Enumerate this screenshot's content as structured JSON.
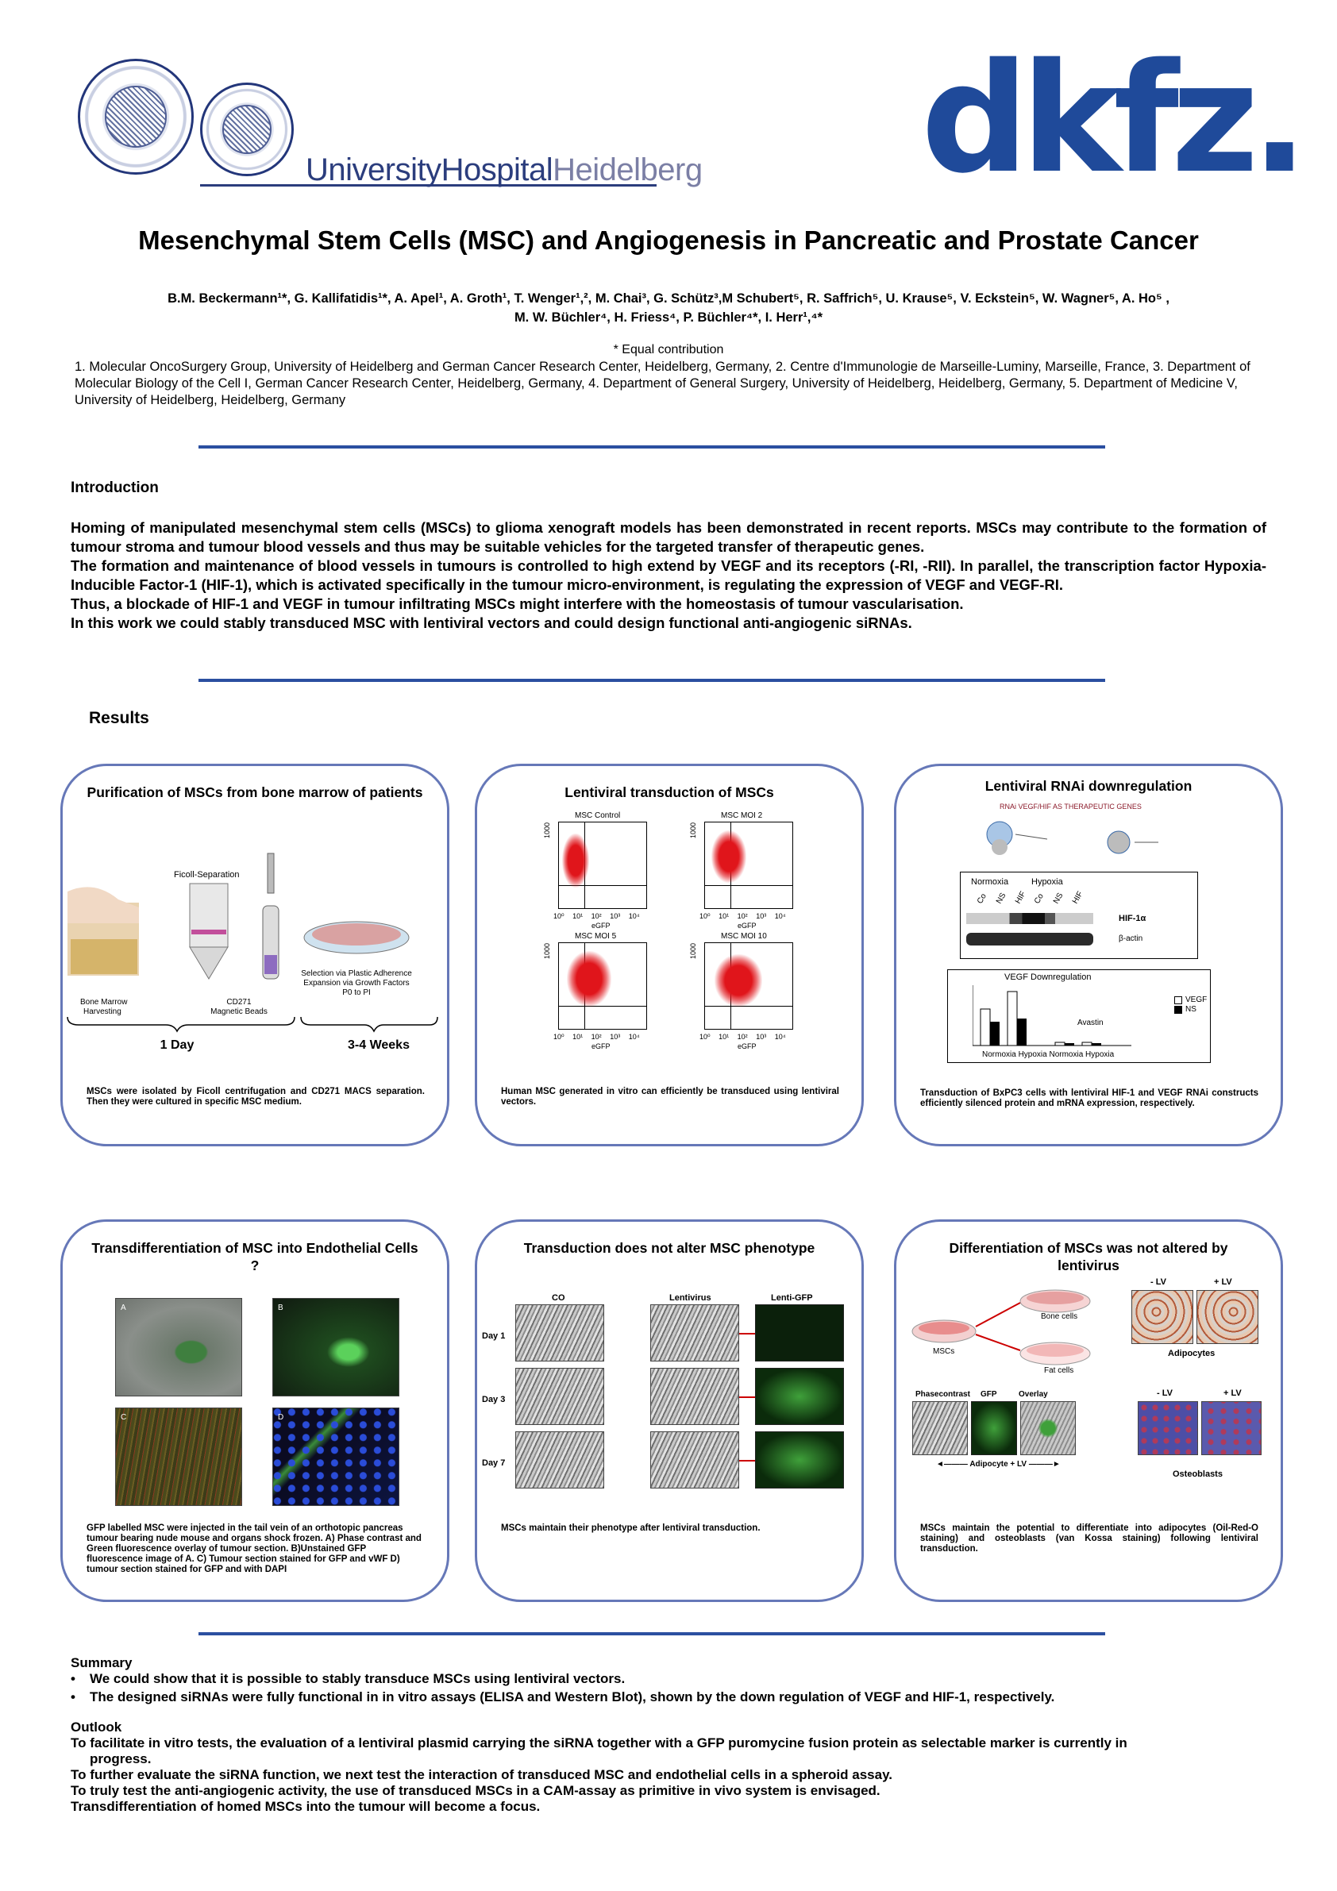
{
  "header": {
    "hospital_logo_text_a": "UniversityHospital",
    "hospital_logo_text_b": "Heidelberg",
    "dkfz_logo": "dkfz."
  },
  "title": "Mesenchymal Stem Cells (MSC) and Angiogenesis in Pancreatic and Prostate Cancer",
  "authors_line1": "B.M. Beckermann¹*, G. Kallifatidis¹*, A. Apel¹, A. Groth¹, T. Wenger¹,², M. Chai³, G. Schütz³,M Schubert⁵, R. Saffrich⁵, U. Krause⁵, V. Eckstein⁵, W. Wagner⁵, A. Ho⁵ ,",
  "authors_line2": "M. W. Büchler⁴, H. Friess⁴, P. Büchler⁴*, I. Herr¹,⁴*",
  "equal_contribution": "* Equal contribution",
  "affiliations": "1. Molecular OncoSurgery Group, University of Heidelberg and German Cancer Research Center, Heidelberg, Germany, 2. Centre d'Immunologie de Marseille-Luminy, Marseille, France, 3. Department of Molecular Biology of the Cell I, German Cancer Research Center, Heidelberg, Germany, 4. Department of General Surgery, University of Heidelberg, Heidelberg, Germany, 5. Department of Medicine V, University of Heidelberg, Heidelberg, Germany",
  "introduction": {
    "heading": "Introduction",
    "p1": "Homing of manipulated mesenchymal stem cells (MSCs) to glioma xenograft models has been demonstrated in recent reports. MSCs may contribute to the formation of tumour stroma and tumour blood vessels and thus may be suitable vehicles for the targeted transfer of therapeutic genes.",
    "p2": "The formation and maintenance of blood vessels in tumours is controlled to high extend by VEGF and its receptors (-RI, -RII). In parallel, the transcription factor Hypoxia-Inducible Factor-1 (HIF-1), which is activated specifically in the tumour micro-environment, is regulating the expression of VEGF and VEGF-RI.",
    "p3": "Thus, a blockade of HIF-1 and VEGF in tumour infiltrating MSCs might interfere with the homeostasis of tumour vascularisation.",
    "p4": "In this work we could stably transduced MSC with lentiviral vectors and could design functional anti-angiogenic siRNAs."
  },
  "results_heading": "Results",
  "panels": {
    "p1": {
      "title": "Purification of MSCs from bone marrow of patients",
      "label_ficoll": "Ficoll-Separation",
      "label_bm": "Bone Marrow Harvesting",
      "label_cd271": "CD271 Magnetic Beads",
      "label_sel": "Selection via Plastic Adherence Expansion via Growth Factors P0 to PI",
      "label_day": "1 Day",
      "label_weeks": "3-4 Weeks",
      "caption": "MSCs were isolated by Ficoll centrifugation and CD271 MACS separation. Then they were cultured in specific MSC medium."
    },
    "p2": {
      "title": "Lentiviral transduction of MSCs",
      "plots": [
        "MSC Control",
        "MSC MOI 2",
        "MSC MOI 5",
        "MSC MOI 10"
      ],
      "xlabel": "eGFP",
      "ymax": "1000",
      "ticks": [
        "10⁰",
        "10¹",
        "10²",
        "10³",
        "10⁴"
      ],
      "caption": "Human MSC generated in vitro can efficiently be transduced using lentiviral vectors."
    },
    "p3": {
      "title": "Lentiviral RNAi downregulation",
      "scheme_title": "RNAi VEGF/HIF AS THERAPEUTIC GENES",
      "normoxia": "Normoxia",
      "hypoxia": "Hypoxia",
      "lanes": [
        "Co",
        "NS",
        "HIF",
        "Co",
        "NS",
        "HIF"
      ],
      "hif_label": "HIF-1α",
      "actin_label": "β-actin",
      "chart_title": "VEGF Downregulation",
      "avastin": "Avastin",
      "legend_vegf": "VEGF",
      "legend_ns": "NS",
      "x_labels": "Normoxia Hypoxia Normoxia Hypoxia",
      "caption": "Transduction of BxPC3 cells with lentiviral HIF-1 and VEGF RNAi constructs efficiently silenced protein and mRNA expression, respectively."
    },
    "p4": {
      "title": "Transdifferentiation of MSC into Endothelial Cells ?",
      "labels": [
        "A",
        "B",
        "C",
        "D"
      ],
      "caption": "GFP labelled MSC were injected in the tail vein of an orthotopic pancreas tumour bearing nude mouse and organs shock frozen. A) Phase contrast and Green fluorescence overlay of tumour section. B)Unstained GFP fluorescence image of A. C) Tumour section stained for GFP and vWF D) tumour section stained for GFP and with DAPI"
    },
    "p5": {
      "title": "Transduction does not alter MSC phenotype",
      "cols": [
        "CO",
        "Lentivirus",
        "Lenti-GFP"
      ],
      "rows": [
        "Day 1",
        "Day 3",
        "Day 7"
      ],
      "caption": "MSCs maintain their phenotype after lentiviral transduction."
    },
    "p6": {
      "title": "Differentiation of MSCs was not altered by lentivirus",
      "msc": "MSCs",
      "bone": "Bone cells",
      "fat": "Fat cells",
      "minus_lv": "- LV",
      "plus_lv": "+ LV",
      "adipocytes": "Adipocytes",
      "osteoblasts": "Osteoblasts",
      "phase": "Phasecontrast",
      "gfp": "GFP",
      "overlay": "Overlay",
      "adipo_lv": "Adipocyte + LV",
      "caption": "MSCs maintain the potential to differentiate into adipocytes (Oil-Red-O staining) and osteoblasts (van Kossa staining) following lentiviral transduction."
    }
  },
  "summary": {
    "heading": "Summary",
    "b1": "We could show that it is possible to stably transduce MSCs using lentiviral vectors.",
    "b2": "The designed siRNAs were fully functional in in vitro assays (ELISA and Western Blot), shown by the down regulation of VEGF and HIF-1, respectively."
  },
  "outlook": {
    "heading": "Outlook",
    "l1": "To facilitate in vitro tests, the evaluation of a lentiviral plasmid carrying the siRNA together with a GFP puromycine fusion protein as selectable marker is currently in",
    "l1b": "progress.",
    "l2": "To further evaluate the siRNA function, we next test the interaction of transduced MSC and endothelial cells in a spheroid assay.",
    "l3": "To truly test the anti-angiogenic activity, the use of transduced MSCs in a CAM-assay as primitive in vivo system is envisaged.",
    "l4": "Transdifferentiation of homed MSCs into the tumour will become a focus."
  },
  "colors": {
    "accent": "#2b4fa0",
    "panel_border": "#6678b8",
    "dkfz_blue": "#1f4a9a"
  }
}
